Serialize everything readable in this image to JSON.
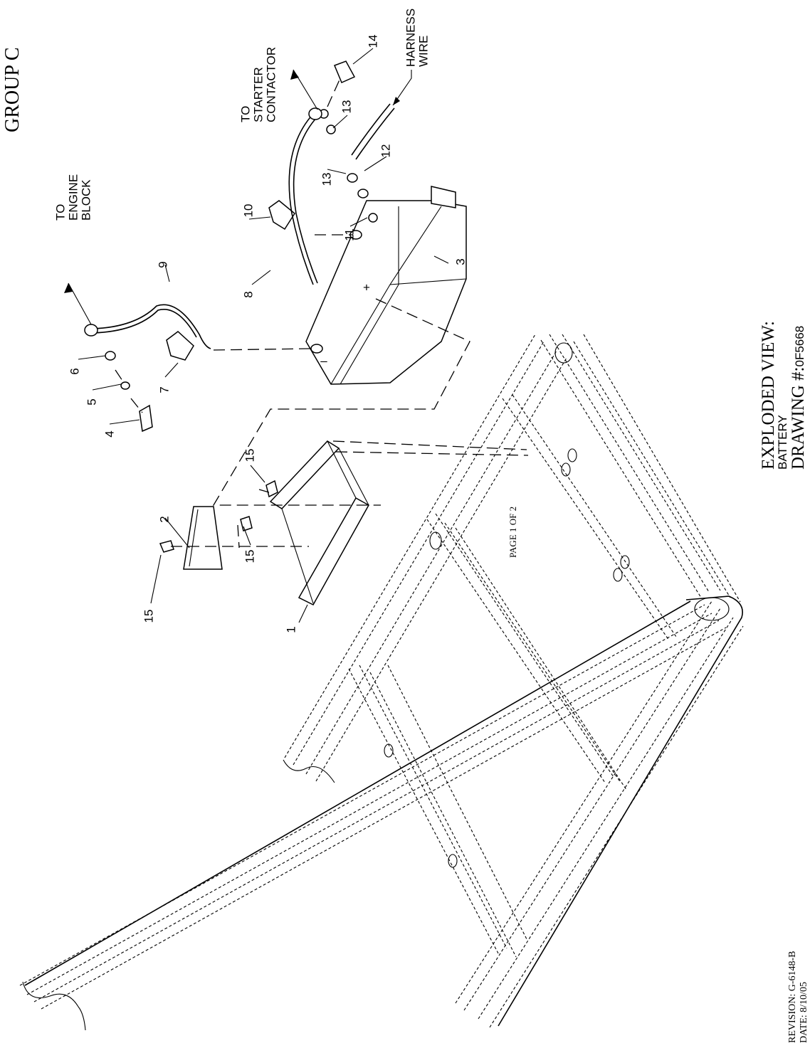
{
  "header": {
    "group": "GROUP C"
  },
  "title_block": {
    "view_title": "EXPLODED VIEW:",
    "view_subject": "BATTERY",
    "drawing_label": "DRAWING #:",
    "drawing_number": "0F5668"
  },
  "footer": {
    "page": "PAGE 1 OF 2",
    "revision_label": "REVISION:",
    "revision": "G-6148-B",
    "date_label": "DATE:",
    "date": "8/10/05"
  },
  "annotations": {
    "to_engine_block": [
      "TO",
      "ENGINE",
      "BLOCK"
    ],
    "to_starter_contactor": [
      "TO",
      "STARTER",
      "CONTACTOR"
    ],
    "harness_wire": [
      "HARNESS",
      "WIRE"
    ],
    "positive_terminal": "+",
    "negative_terminal": "–"
  },
  "callouts": [
    "1",
    "2",
    "3",
    "4",
    "5",
    "6",
    "7",
    "8",
    "9",
    "10",
    "11",
    "12",
    "13",
    "13",
    "14",
    "15",
    "15",
    "15"
  ]
}
